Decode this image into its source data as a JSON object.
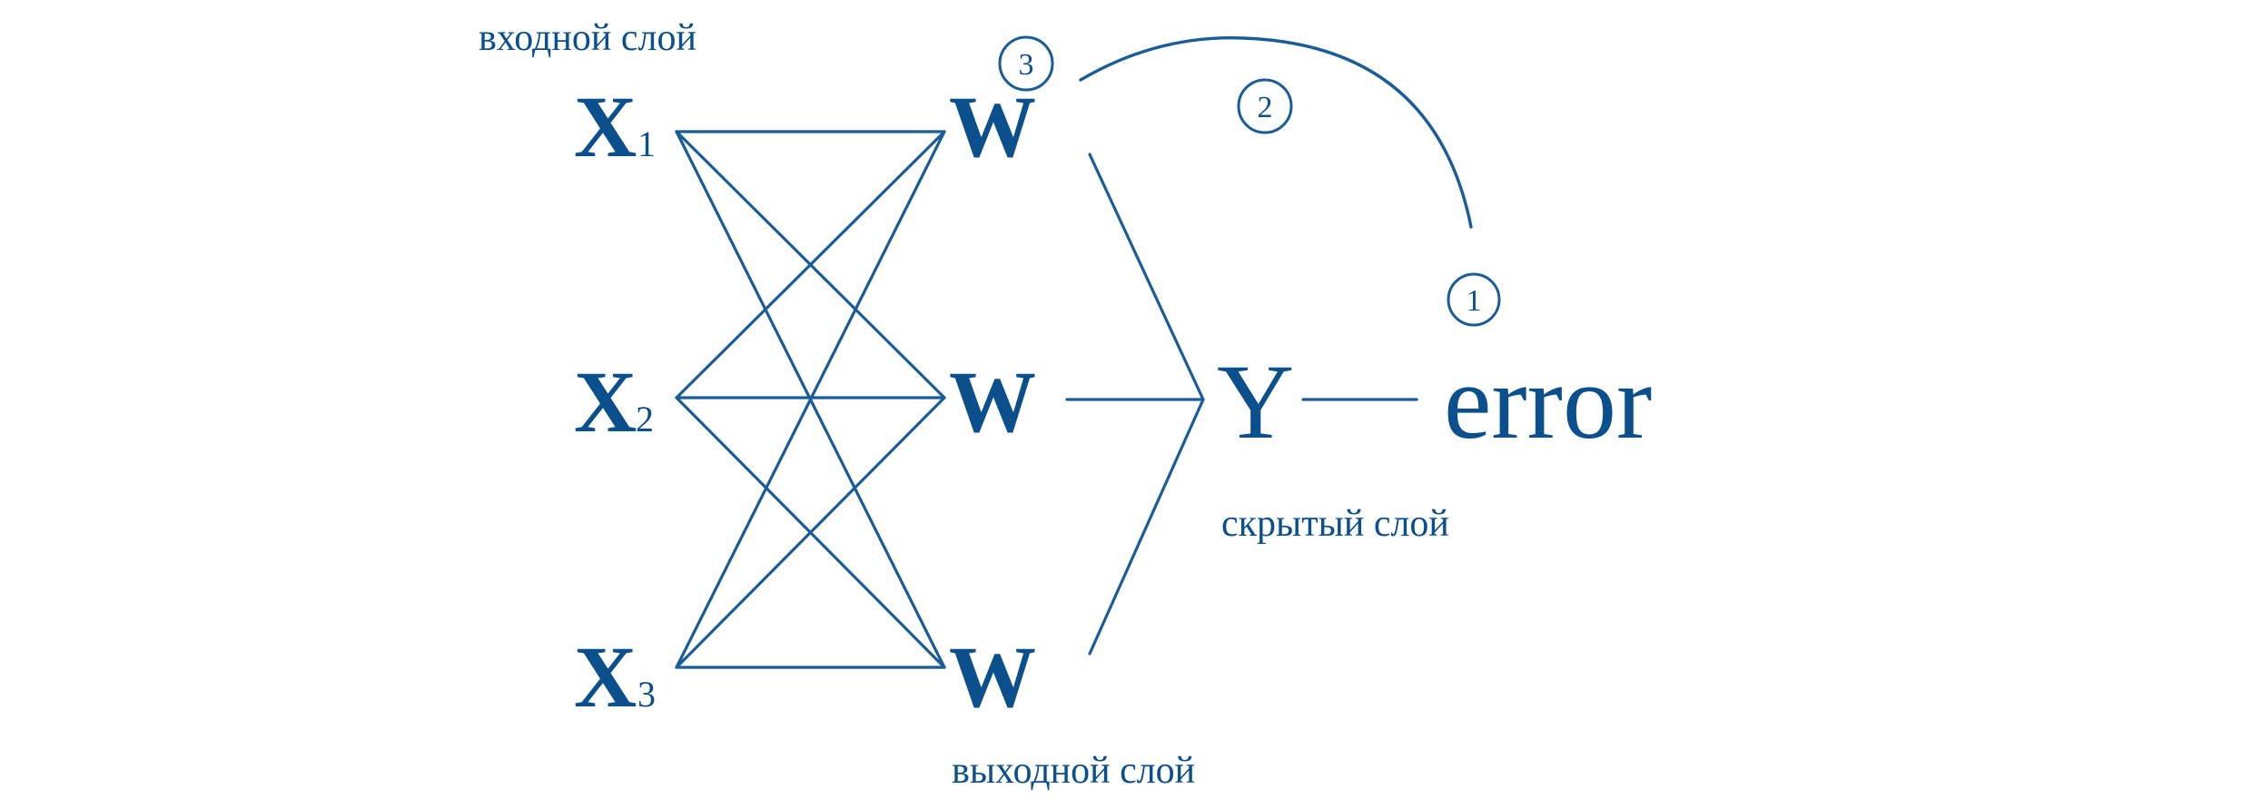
{
  "labels": {
    "input_layer": "входной слой",
    "hidden_layer": "скрытый слой",
    "output_layer": "выходной слой"
  },
  "inputs": [
    {
      "symbol": "X",
      "index": "1"
    },
    {
      "symbol": "X",
      "index": "2"
    },
    {
      "symbol": "X",
      "index": "3"
    }
  ],
  "weights": [
    "W",
    "W",
    "W"
  ],
  "output": "Y",
  "error": "error",
  "steps": [
    "1",
    "2",
    "3"
  ],
  "colors": {
    "ink": "#0b4f8c"
  }
}
